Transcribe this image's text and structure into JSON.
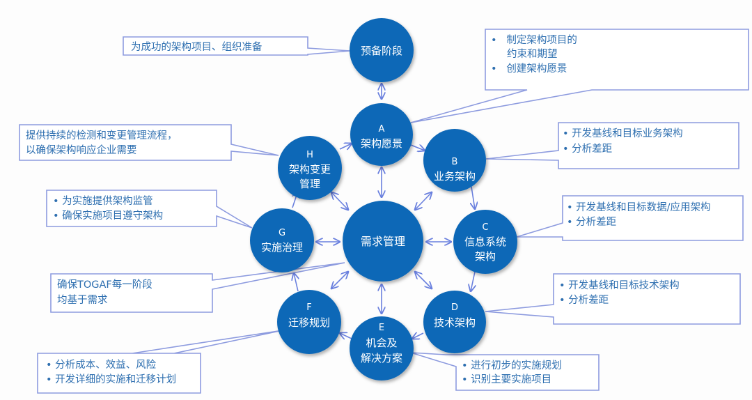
{
  "diagram": {
    "colors": {
      "node_fill": "#0f67b7",
      "arrow": "#6a80de",
      "callout_border": "#8d9bdf",
      "callout_text": "#2e6fb0",
      "background": "#fdfdfd"
    },
    "nodes": {
      "prelim": {
        "letter": "",
        "lines": [
          "预备阶段"
        ]
      },
      "a": {
        "letter": "A",
        "lines": [
          "架构愿景"
        ]
      },
      "b": {
        "letter": "B",
        "lines": [
          "业务架构"
        ]
      },
      "c": {
        "letter": "C",
        "lines": [
          "信息系统",
          "架构"
        ]
      },
      "d": {
        "letter": "D",
        "lines": [
          "技术架构"
        ]
      },
      "e": {
        "letter": "E",
        "lines": [
          "机会及",
          "解决方案"
        ]
      },
      "f": {
        "letter": "F",
        "lines": [
          "迁移规划"
        ]
      },
      "g": {
        "letter": "G",
        "lines": [
          "实施治理"
        ]
      },
      "h": {
        "letter": "H",
        "lines": [
          "架构变更",
          "管理"
        ]
      },
      "center": {
        "letter": "",
        "lines": [
          "需求管理"
        ]
      }
    },
    "callouts": {
      "prelim": {
        "lines": [
          "为成功的架构项目、组织准备"
        ]
      },
      "a": {
        "lines": [
          "•   制定架构项目的",
          "     约束和期望",
          "•   创建架构愿景"
        ]
      },
      "b": {
        "lines": [
          "• 开发基线和目标业务架构",
          "• 分析差距"
        ]
      },
      "c": {
        "lines": [
          "• 开发基线和目标数据/应用架构",
          "• 分析差距"
        ]
      },
      "d": {
        "lines": [
          "• 开发基线和目标技术架构",
          "• 分析差距"
        ]
      },
      "e": {
        "lines": [
          "• 进行初步的实施规划",
          "• 识别主要实施项目"
        ]
      },
      "f": {
        "lines": [
          "• 分析成本、效益、风险",
          "• 开发详细的实施和迁移计划"
        ]
      },
      "g": {
        "lines": [
          "• 为实施提供架构监管",
          "• 确保实施项目遵守架构"
        ]
      },
      "h": {
        "lines": [
          "提供持续的检测和变更管理流程，",
          "以确保架构响应企业需要"
        ]
      },
      "center": {
        "lines": [
          "确保TOGAF每一阶段",
          "均基于需求"
        ]
      }
    }
  }
}
